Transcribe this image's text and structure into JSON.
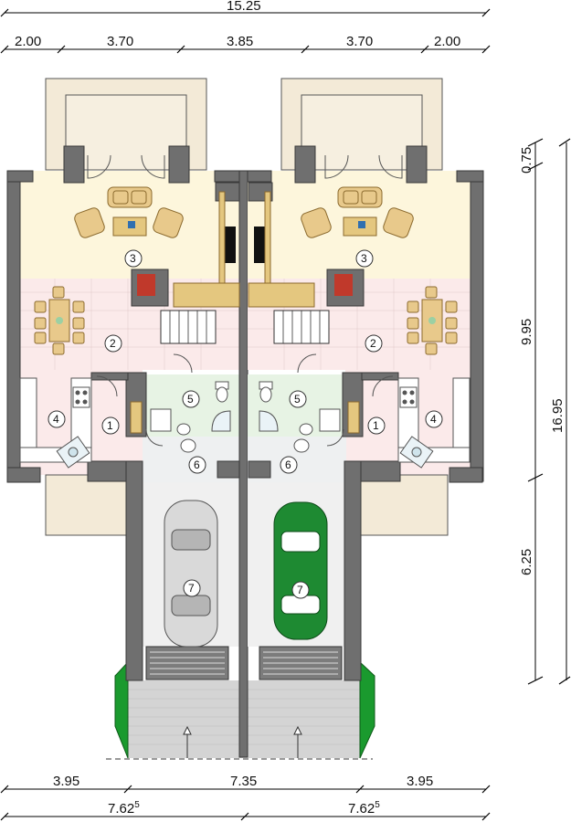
{
  "dimensions": {
    "top_total": "15.25",
    "top_segments": [
      "2.00",
      "3.70",
      "3.85",
      "3.70",
      "2.00"
    ],
    "right_segments": [
      "0.75",
      "9.95",
      "6.25"
    ],
    "right_total": "16.95",
    "bottom_segments": [
      "3.95",
      "7.35",
      "3.95"
    ],
    "bottom_halves_left": "7.62",
    "bottom_halves_right": "7.62",
    "bottom_halves_sup": "5"
  },
  "rooms": {
    "left": [
      "3",
      "2",
      "5",
      "4",
      "1",
      "6",
      "7"
    ],
    "right": [
      "3",
      "2",
      "5",
      "1",
      "4",
      "6",
      "7"
    ]
  },
  "colors": {
    "wall": "#6f6f6f",
    "living_floor": "#fdf6dc",
    "tile_floor": "#fbeaea",
    "bath_floor": "#e7f3e4",
    "furniture": "#e8c98b",
    "car_left": "#d9d9d9",
    "car_right": "#1e8a32",
    "hedge": "#1a9a2e",
    "red_accent": "#c0392b"
  },
  "icons": [
    "sofa-icon",
    "armchair-icon",
    "dining-table-icon",
    "stove-icon",
    "sink-icon",
    "toilet-icon",
    "bathtub-icon",
    "car-icon",
    "door-icon",
    "entrance-arrow-icon"
  ]
}
